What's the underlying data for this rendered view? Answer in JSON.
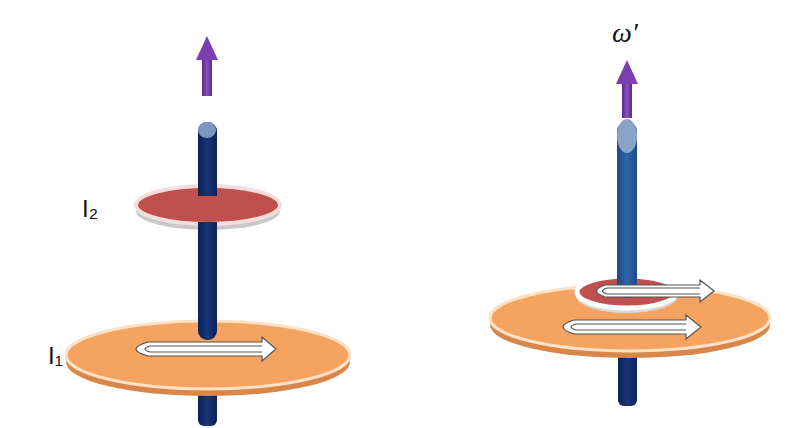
{
  "diagram": {
    "labels": [
      "I₂",
      "I₁",
      "ω′"
    ]
  }
}
